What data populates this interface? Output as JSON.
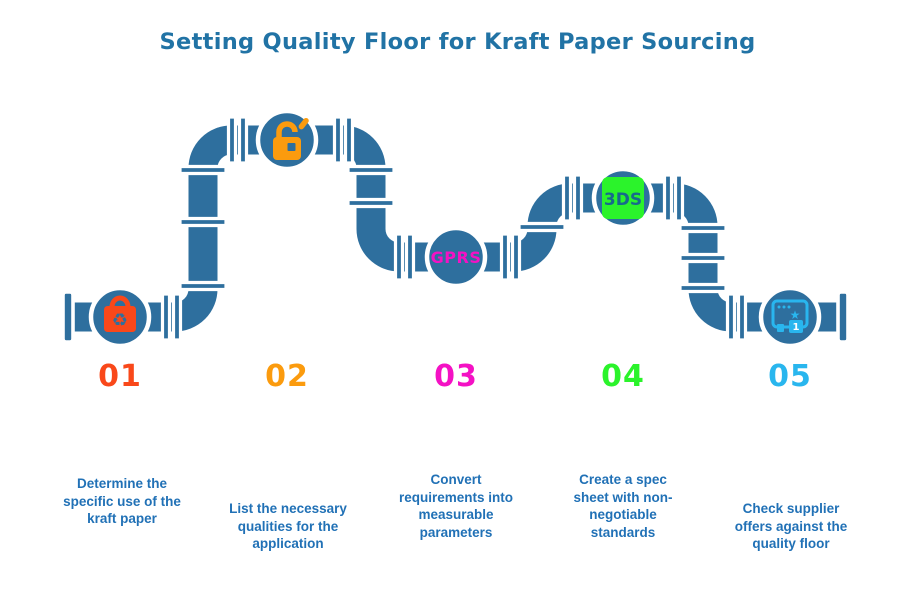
{
  "title": "Setting Quality Floor for Kraft Paper Sourcing",
  "colors": {
    "background": "#ffffff",
    "pipe": "#2e6f9e",
    "pipe-outline": "#ffffff",
    "title": "#2173a5",
    "body": "#2171b6",
    "step1": "#f9481a",
    "step2": "#fb9b0e",
    "step3": "#f411c4",
    "step4": "#2bf32b",
    "step5": "#29b6ee",
    "icon4-text": "#176a8c",
    "icon5-badge-text": "#ffffff"
  },
  "steps": [
    {
      "number": "01",
      "icon": "recycle-bag-icon",
      "icon_glyph": "♻",
      "description": "Determine the specific use of the kraft paper"
    },
    {
      "number": "02",
      "icon": "open-padlock-icon",
      "description": "List the necessary qualities for the application"
    },
    {
      "number": "03",
      "icon": "gprs-text-icon",
      "icon_text": "GPRS",
      "description": "Convert requirements into measurable parameters"
    },
    {
      "number": "04",
      "icon": "3ds-square-icon",
      "icon_text": "3DS",
      "description": "Create a spec sheet with non-negotiable standards"
    },
    {
      "number": "05",
      "icon": "ranking-page-icon",
      "icon_text": "1",
      "icon_glyph": "★",
      "description": "Check supplier offers against the quality floor"
    }
  ]
}
